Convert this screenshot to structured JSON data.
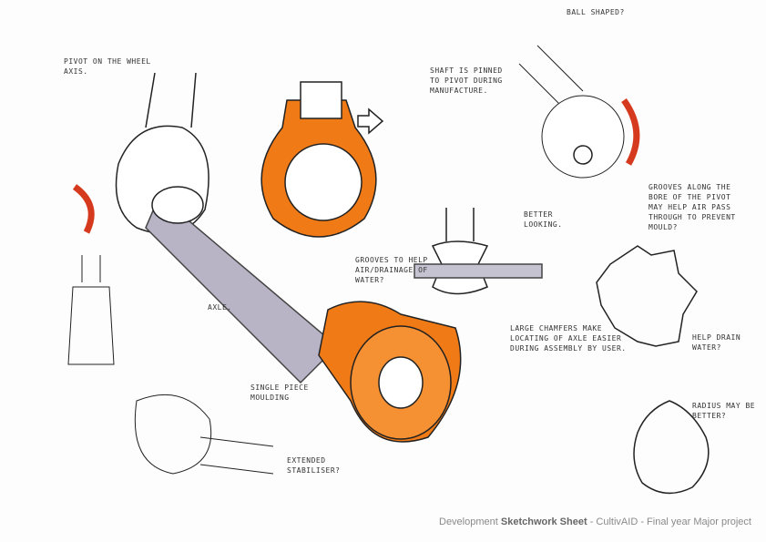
{
  "colors": {
    "accent": "#f07a16",
    "arrow": "#d63a1e",
    "axle": "#a8a4b8",
    "ink": "#222222"
  },
  "annotations": {
    "pivot": "Pivot on the wheel axis.",
    "shaft": "Shaft is pinned to pivot during manufacture.",
    "ball": "Ball shaped?",
    "grooves_bore": "Grooves along the bore of the pivot may help air pass through to prevent mould?",
    "better": "Better looking.",
    "grooves_air": "Grooves to help air/drainage of water?",
    "chamfers": "Large chamfers make locating of axle easier during assembly by user.",
    "axle": "Axle.",
    "single": "Single piece moulding",
    "stabiliser": "Extended stabiliser?",
    "drain": "Help drain water?",
    "radius": "Radius may be better?"
  },
  "footer": {
    "prefix": "Development ",
    "bold": "Sketchwork Sheet",
    "suffix": " - CultivAID - Final year Major project"
  }
}
